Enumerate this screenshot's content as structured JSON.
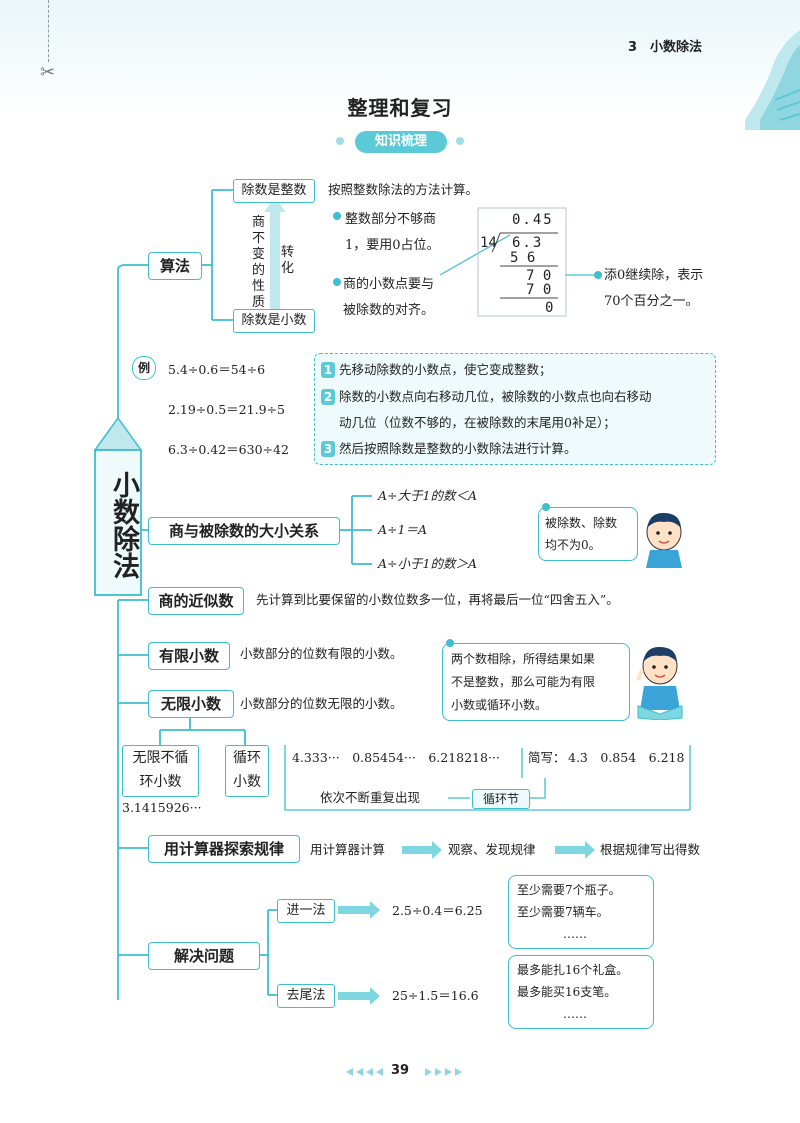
{
  "header": {
    "unit": "3　小数除法"
  },
  "title": "整理和复习",
  "section_badge": "知识梳理",
  "main_node": "小数除法",
  "algo": {
    "label": "算法",
    "divisor_integer": "除数是整数",
    "divisor_integer_desc": "按照整数除法的方法计算。",
    "divisor_decimal": "除数是小数",
    "vertical_text": "商不变的性质",
    "convert_text": "转化",
    "note1_line1": "整数部分不够商",
    "note1_line2": "1，要用0占位。",
    "note2_line1": "商的小数点要与",
    "note2_line2": "被除数的对齐。",
    "note3_line1": "添0继续除，表示",
    "note3_line2": "70个百分之一。",
    "long_division": {
      "quotient": "0.45",
      "divisor": "14",
      "dividend": "6.3",
      "r1": "5 6",
      "r2": "7 0",
      "r3": "7 0",
      "r4": "0"
    }
  },
  "example": {
    "badge": "例",
    "eq1": "5.4÷0.6＝54÷6",
    "eq2": "2.19÷0.5＝21.9÷5",
    "eq3": "6.3÷0.42＝630÷42",
    "step1": "先移动除数的小数点，使它变成整数；",
    "step2a": "除数的小数点向右移动几位，被除数的小数点也向右移动",
    "step2b": "动几位（位数不够的，在被除数的末尾用0补足）；",
    "step3": "然后按照除数是整数的小数除法进行计算。"
  },
  "relation": {
    "label": "商与被除数的大小关系",
    "r1": "A÷大于1的数＜A",
    "r2": "A÷1＝A",
    "r3": "A÷小于1的数＞A",
    "note_line1": "被除数、除数",
    "note_line2": "均不为0。"
  },
  "approx": {
    "label": "商的近似数",
    "desc": "先计算到比要保留的小数位数多一位，再将最后一位“四舍五入”。"
  },
  "finite": {
    "label": "有限小数",
    "desc": "小数部分的位数有限的小数。"
  },
  "infinite": {
    "label": "无限小数",
    "desc": "小数部分的位数无限的小数。",
    "bubble_line1": "两个数相除，所得结果如果",
    "bubble_line2": "不是整数，那么可能为有限",
    "bubble_line3": "小数或循环小数。",
    "nonrep_line1": "无限不循",
    "nonrep_line2": "环小数",
    "nonrep_example": "3.1415926···",
    "rep_line1": "循环",
    "rep_line2": "小数",
    "rep_examples": "4.333···　0.85454···　6.218218···",
    "short_label": "简写：",
    "short_values": "4.3̇　0.85̇4̇　6.2̇18̇",
    "repeat_desc": "依次不断重复出现",
    "cycle_label": "循环节"
  },
  "calculator": {
    "label": "用计算器探索规律",
    "s1": "用计算器计算",
    "s2": "观察、发现规律",
    "s3": "根据规律写出得数"
  },
  "solve": {
    "label": "解决问题",
    "up_label": "进一法",
    "up_eq": "2.5÷0.4＝6.25",
    "up_b1": "至少需要7个瓶子。",
    "up_b2": "至少需要7辆车。",
    "up_b3": "……",
    "down_label": "去尾法",
    "down_eq": "25÷1.5＝16.6̇",
    "down_b1": "最多能扎16个礼盒。",
    "down_b2": "最多能买16支笔。",
    "down_b3": "……"
  },
  "footer": {
    "page": "39"
  },
  "colors": {
    "accent": "#3dbfcc",
    "pill": "#5ccad6",
    "light": "#eefafb"
  }
}
